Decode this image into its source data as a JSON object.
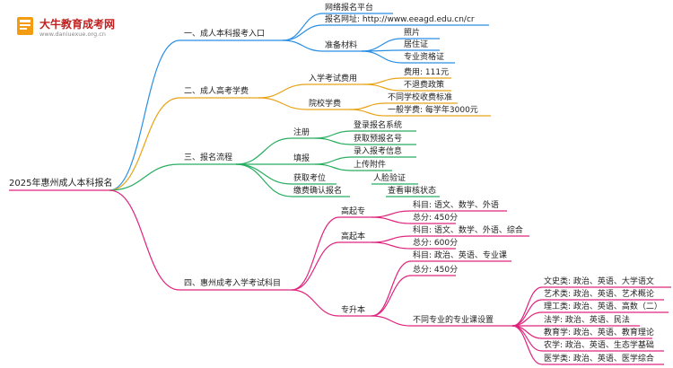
{
  "brand": {
    "name": "大牛教育成考网",
    "url": "www.daniuexue.org.cn"
  },
  "root": "2025年惠州成人本科报名",
  "colors": {
    "blue": "#2a8fe6",
    "orange": "#e8a317",
    "green": "#27ae60",
    "magenta": "#e0247d",
    "logo_orange": "#f39c12"
  },
  "branches": [
    {
      "label": "一、成人本科报考入口",
      "color": "blue",
      "children": [
        {
          "label": "网络报名平台"
        },
        {
          "label": "报名网址: http://www.eeagd.edu.cn/cr"
        },
        {
          "label": "准备材料",
          "children": [
            {
              "label": "照片"
            },
            {
              "label": "居住证"
            },
            {
              "label": "专业资格证"
            }
          ]
        }
      ]
    },
    {
      "label": "二、成人高考学费",
      "color": "orange",
      "children": [
        {
          "label": "入学考试费用",
          "children": [
            {
              "label": "费用: 111元"
            },
            {
              "label": "不退费政策"
            }
          ]
        },
        {
          "label": "院校学费",
          "children": [
            {
              "label": "不同学校收费标准"
            },
            {
              "label": "一般学费: 每学年3000元"
            }
          ]
        }
      ]
    },
    {
      "label": "三、报名流程",
      "color": "green",
      "children": [
        {
          "label": "注册",
          "children": [
            {
              "label": "登录报名系统"
            },
            {
              "label": "获取预报名号"
            }
          ]
        },
        {
          "label": "填报",
          "children": [
            {
              "label": "录入报考信息"
            },
            {
              "label": "上传附件"
            }
          ]
        },
        {
          "label": "获取考位",
          "children": [
            {
              "label": "人脸验证"
            }
          ]
        },
        {
          "label": "缴费确认报名",
          "children": [
            {
              "label": "查看审核状态"
            }
          ]
        }
      ]
    },
    {
      "label": "四、惠州成考入学考试科目",
      "color": "magenta",
      "children": [
        {
          "label": "高起专",
          "children": [
            {
              "label": "科目: 语文、数学、外语"
            },
            {
              "label": "总分: 450分"
            }
          ]
        },
        {
          "label": "高起本",
          "children": [
            {
              "label": "科目: 语文、数学、外语、综合"
            },
            {
              "label": "总分: 600分"
            }
          ]
        },
        {
          "label": "专升本",
          "children": [
            {
              "label": "科目: 政治、英语、专业课"
            },
            {
              "label": "总分: 450分"
            },
            {
              "label": "不同专业的专业课设置",
              "children": [
                {
                  "label": "文史类: 政治、英语、大学语文"
                },
                {
                  "label": "艺术类: 政治、英语、艺术概论"
                },
                {
                  "label": "理工类: 政治、英语、高数（二）"
                },
                {
                  "label": "法学: 政治、英语、民法"
                },
                {
                  "label": "教育学: 政治、英语、教育理论"
                },
                {
                  "label": "农学: 政治、英语、生态学基础"
                },
                {
                  "label": "医学类: 政治、英语、医学综合"
                }
              ]
            }
          ]
        }
      ]
    }
  ]
}
